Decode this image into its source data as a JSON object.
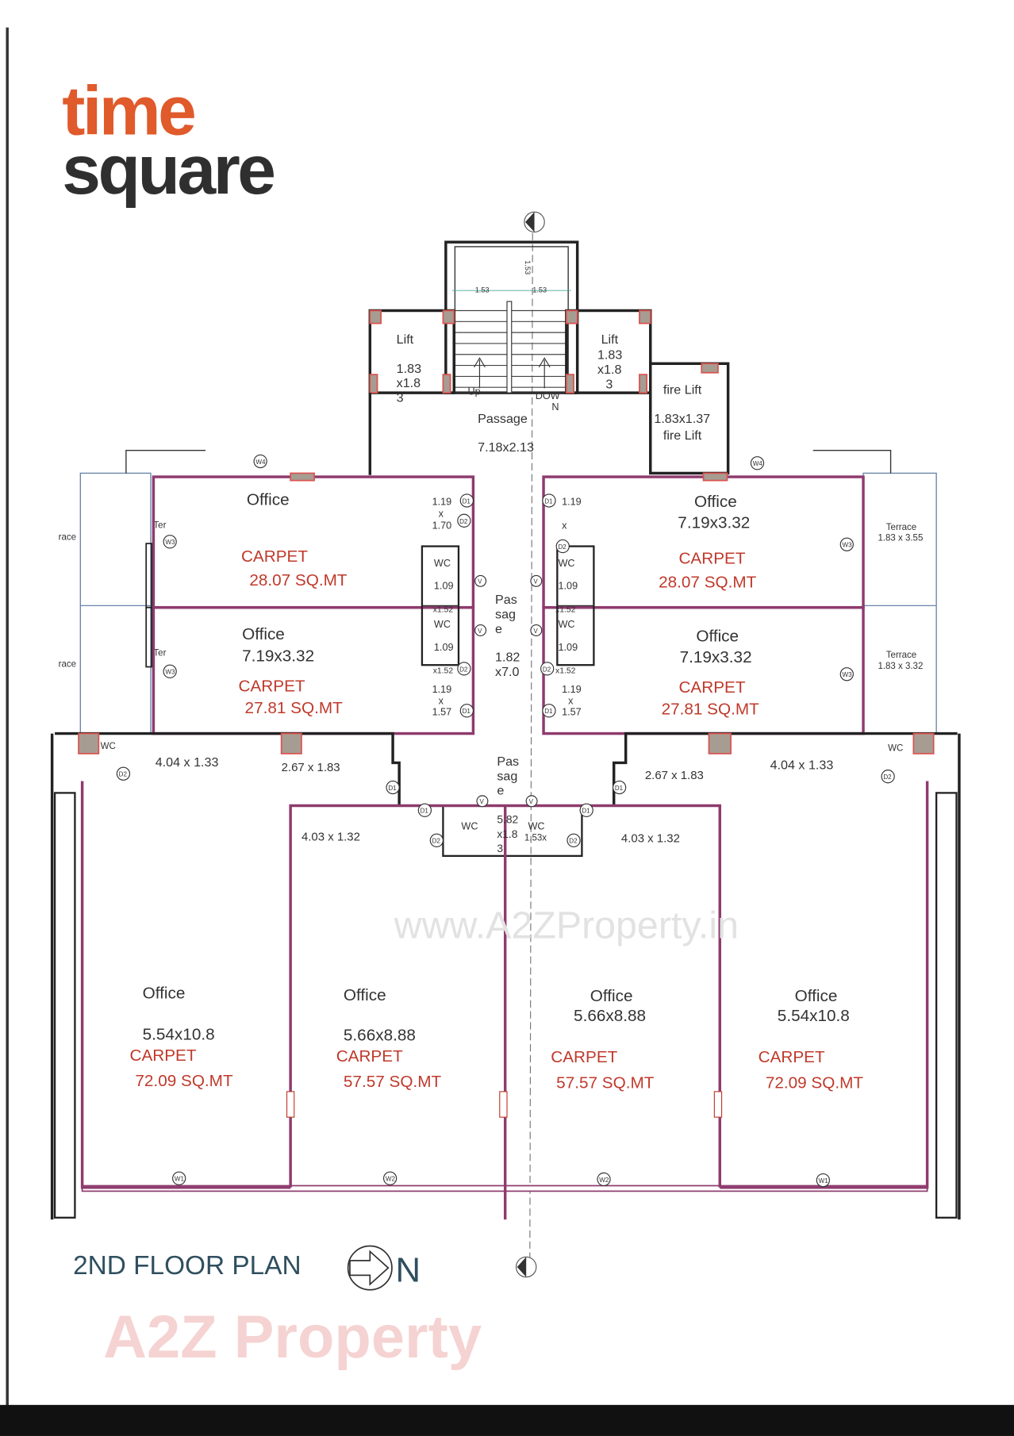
{
  "logo": {
    "line1": "time",
    "line2": "square",
    "color1": "#e05a2b",
    "color2": "#2f2f2f"
  },
  "plan_title": "2ND FLOOR PLAN",
  "north_label": "N",
  "watermark": "www.A2ZProperty.in",
  "brand_logo": "A2Z Property",
  "stair": {
    "dim_top": "1.53",
    "dim_left": "1.53",
    "dim_right": "1.53",
    "up": "Up",
    "down1": "DOW",
    "down2": "N"
  },
  "lift_left": {
    "name": "Lift",
    "d1": "1.83",
    "d2": "x1.8",
    "d3": "3"
  },
  "lift_right": {
    "name": "Lift",
    "d1": "1.83",
    "d2": "x1.8",
    "d3": "3"
  },
  "fire_lift": {
    "name": "fire Lift",
    "dim": "1.83x1.37",
    "name2": "fire Lift"
  },
  "passage_top": {
    "name": "Passage",
    "dim": "7.18x2.13"
  },
  "passage_mid": {
    "l1": "Pas",
    "l2": "sag",
    "l3": "e",
    "dim1": "1.82",
    "dim2": "x7.0"
  },
  "passage_low": {
    "l1": "Pas",
    "l2": "sag",
    "l3": "e"
  },
  "upper_offices": [
    {
      "name": "Office",
      "dim": "",
      "carpet": "CARPET",
      "area": "28.07 SQ.MT"
    },
    {
      "name": "Office",
      "dim": "7.19x3.32",
      "carpet": "CARPET",
      "area": "28.07 SQ.MT"
    },
    {
      "name": "Office",
      "dim": "7.19x3.32",
      "carpet": "CARPET",
      "area": "27.81 SQ.MT"
    },
    {
      "name": "Office",
      "dim": "7.19x3.32",
      "carpet": "CARPET",
      "area": "27.81 SQ.MT"
    }
  ],
  "lower_offices": [
    {
      "name": "Office",
      "dim": "5.54x10.8",
      "carpet": "CARPET",
      "area": "72.09 SQ.MT",
      "sub": "4.04 x 1.33"
    },
    {
      "name": "Office",
      "dim": "5.66x8.88",
      "carpet": "CARPET",
      "area": "57.57 SQ.MT",
      "sub": "4.03 x 1.32"
    },
    {
      "name": "Office",
      "dim": "5.66x8.88",
      "carpet": "CARPET",
      "area": "57.57 SQ.MT",
      "sub": "4.03 x 1.32"
    },
    {
      "name": "Office",
      "dim": "5.54x10.8",
      "carpet": "CARPET",
      "area": "72.09 SQ.MT",
      "sub": "4.04 x 1.33"
    }
  ],
  "small_dims": {
    "a": "2.67 x 1.83",
    "b": "2.67 x 1.83",
    "wcl1": "1.19",
    "wcl2": "x",
    "wcl3": "1.70",
    "wcr1": "1.19",
    "wcr2": "x",
    "wcl4": "1.19",
    "wcl5": "x",
    "wcl6": "1.57",
    "wcr4": "1.19",
    "wcr5": "x",
    "wcr6": "1.57",
    "wc": "WC",
    "wc_dim": "1.09",
    "x152": "x1.52",
    "wcm1": "5.82",
    "wcm2": "x1.8",
    "wcm3": "3",
    "wcm4": "1.53x"
  },
  "terraces": {
    "right1": "Terrace",
    "right1_dim": "1.83 x 3.55",
    "right2": "Terrace",
    "right2_dim": "1.83 x 3.32",
    "left_a": "race",
    "left_b": "Ter"
  },
  "tags": {
    "d1": "D1",
    "d2": "D2",
    "w1": "W1",
    "w2": "W2",
    "w3": "W3",
    "w4": "W4",
    "v": "V"
  },
  "colors": {
    "wall": "#222222",
    "partition": "#8e3b6e",
    "carpet_text": "#c0392b",
    "column": "#a79c92"
  }
}
